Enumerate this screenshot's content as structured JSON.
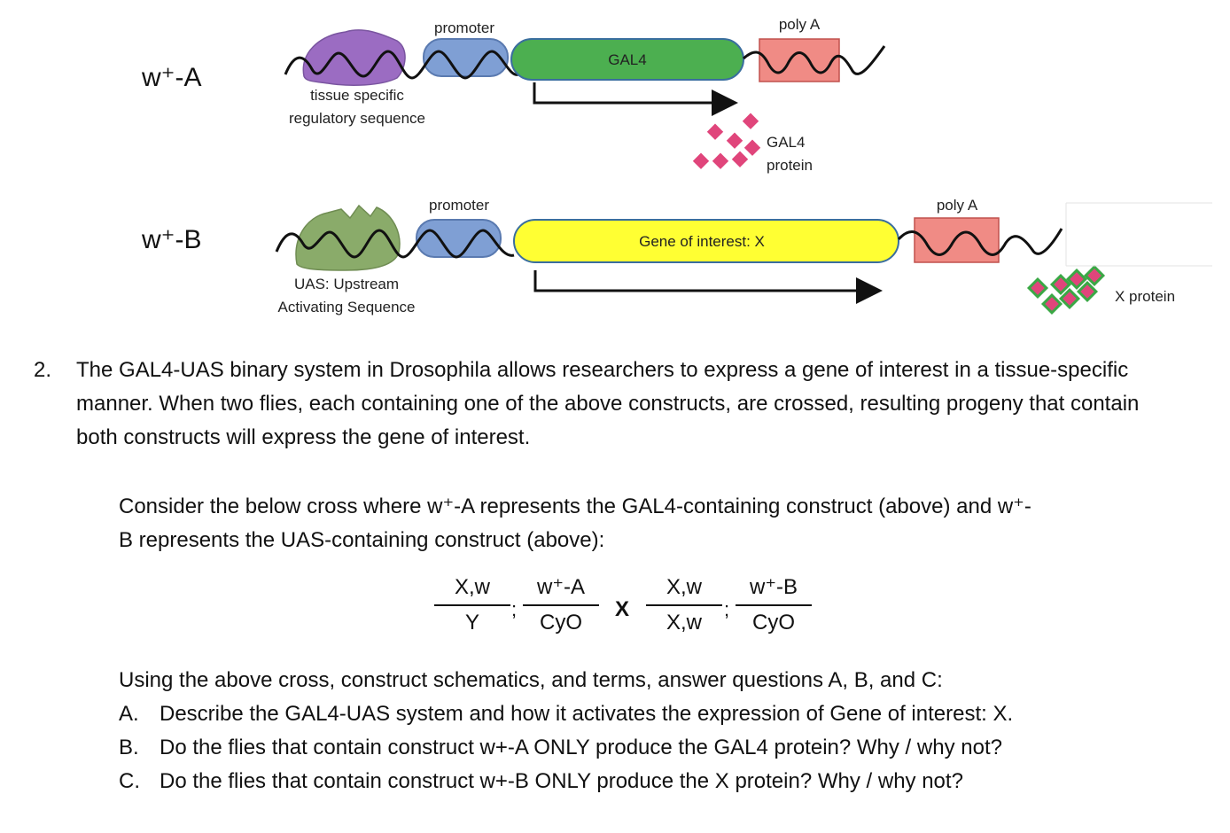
{
  "constructA": {
    "name": "w⁺-A",
    "promoter_label": "promoter",
    "gene_label": "GAL4",
    "polyA_label": "poly A",
    "regulatory_label_line1": "tissue specific",
    "regulatory_label_line2": "regulatory sequence",
    "protein_label_line1": "GAL4",
    "protein_label_line2": "protein",
    "colors": {
      "regulatory": "#9b6cc2",
      "promoter": "#7f9fd4",
      "gene": "#4caf50",
      "polyA": "#f08b85",
      "protein": "#e0457b"
    }
  },
  "constructB": {
    "name": "w⁺-B",
    "promoter_label": "promoter",
    "gene_label": "Gene of interest: X",
    "polyA_label": "poly A",
    "uas_label_line1": "UAS: Upstream",
    "uas_label_line2": "Activating Sequence",
    "protein_label": "X protein",
    "colors": {
      "uas": "#8aab6a",
      "promoter": "#7f9fd4",
      "gene": "#ffff33",
      "polyA": "#f08b85",
      "protein": "#e0457b",
      "protein_border": "#3aa845"
    }
  },
  "question": {
    "number": "2.",
    "intro": "The GAL4-UAS binary system in Drosophila allows researchers to express a gene of interest in a tissue-specific manner.  When two flies, each containing one of the above constructs, are crossed, resulting progeny that contain both constructs will express the gene of interest.",
    "consider_line1": "Consider the below cross where w⁺-A represents the GAL4-containing construct (above) and w⁺-",
    "consider_line2": "B represents the UAS-containing construct (above):",
    "cross": {
      "left_x_num": "X,w",
      "left_x_den": "Y",
      "left_auto_num": "w⁺-A",
      "left_auto_den": "CyO",
      "symbol": "X",
      "right_x_num": "X,w",
      "right_x_den": "X,w",
      "right_auto_num": "w⁺-B",
      "right_auto_den": "CyO",
      "separator": ";"
    },
    "instructions": "Using the above cross, construct schematics, and terms, answer questions A, B, and C:",
    "options": [
      {
        "letter": "A.",
        "text": "Describe the GAL4-UAS system and how it activates the expression of Gene of interest: X."
      },
      {
        "letter": "B.",
        "text": "Do the flies that contain construct w+-A ONLY produce the GAL4 protein?  Why / why not?"
      },
      {
        "letter": "C.",
        "text": "Do the flies that contain construct w+-B ONLY produce the X protein?  Why / why not?"
      }
    ]
  }
}
